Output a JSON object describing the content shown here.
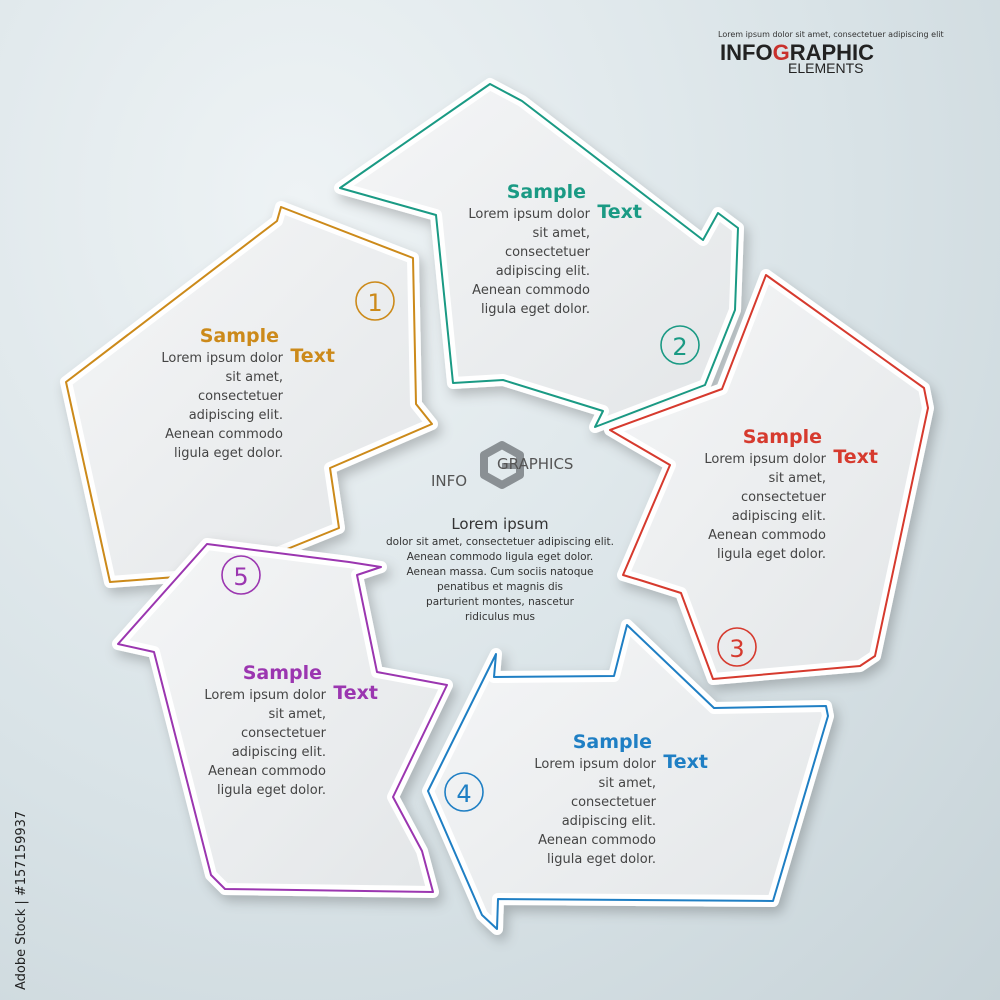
{
  "header": {
    "tagline": "Lorem ipsum dolor sit amet, consectetuer adipiscing elit",
    "title_part1": "INFO",
    "title_highlight": "G",
    "title_part2": "RAPHIC",
    "subtitle": "ELEMENTS"
  },
  "segments": [
    {
      "number": "1",
      "title1": "Sample",
      "title2": "Text",
      "color": "#cc8a1a",
      "body": [
        "Lorem ipsum dolor",
        "sit amet,",
        "consectetuer",
        "adipiscing elit.",
        "Aenean commodo",
        "ligula eget dolor."
      ]
    },
    {
      "number": "2",
      "title1": "Sample",
      "title2": "Text",
      "color": "#1a9a84",
      "body": [
        "Lorem ipsum dolor",
        "sit amet,",
        "consectetuer",
        "adipiscing elit.",
        "Aenean commodo",
        "ligula eget dolor."
      ]
    },
    {
      "number": "3",
      "title1": "Sample",
      "title2": "Text",
      "color": "#d63a2e",
      "body": [
        "Lorem ipsum dolor",
        "sit amet,",
        "consectetuer",
        "adipiscing elit.",
        "Aenean commodo",
        "ligula eget dolor."
      ]
    },
    {
      "number": "4",
      "title1": "Sample",
      "title2": "Text",
      "color": "#1f7fc4",
      "body": [
        "Lorem ipsum dolor",
        "sit amet,",
        "consectetuer",
        "adipiscing elit.",
        "Aenean commodo",
        "ligula eget dolor."
      ]
    },
    {
      "number": "5",
      "title1": "Sample",
      "title2": "Text",
      "color": "#9b36b0",
      "body": [
        "Lorem ipsum dolor",
        "sit amet,",
        "consectetuer",
        "adipiscing elit.",
        "Aenean commodo",
        "ligula eget dolor."
      ]
    }
  ],
  "center": {
    "logo_left": "INFO",
    "logo_letter": "G",
    "logo_right": "GRAPHICS",
    "title": "Lorem ipsum",
    "body": [
      "dolor sit amet, consectetuer adipiscing elit.",
      "Aenean commodo ligula eget dolor.",
      "Aenean massa. Cum sociis natoque",
      "penatibus et magnis dis",
      "parturient montes, nascetur",
      "ridiculus mus"
    ]
  },
  "watermark": "Adobe Stock | #157159937"
}
